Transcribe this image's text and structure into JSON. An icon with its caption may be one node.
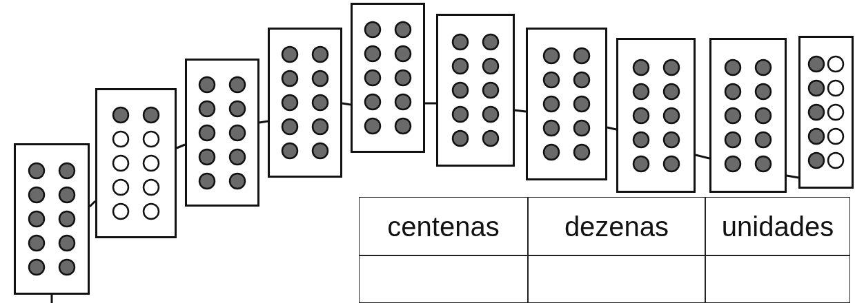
{
  "diagram": {
    "nodes": [
      {
        "text": [],
        "shape": "box"
      },
      {
        "text": [],
        "shape": "box"
      },
      {
        "text": [],
        "shape": "box"
      },
      {
        "text": [],
        "shape": "box"
      },
      {
        "text": [],
        "shape": "box"
      },
      {
        "text": [],
        "shape": "box"
      },
      {
        "text": [],
        "shape": "box"
      },
      {
        "text": [],
        "shape": "box"
      },
      {
        "text": [],
        "shape": "box"
      },
      {
        "text": [],
        "shape": "box"
      }
    ],
    "edges": [
      {
        "from": 0,
        "to": 1,
        "arrow": "none"
      },
      {
        "from": 1,
        "to": 2,
        "arrow": "none"
      },
      {
        "from": 2,
        "to": 3,
        "arrow": "none"
      },
      {
        "from": 3,
        "to": 4,
        "arrow": "none"
      },
      {
        "from": 4,
        "to": 5,
        "arrow": "none"
      },
      {
        "from": 5,
        "to": 6,
        "arrow": "none"
      },
      {
        "from": 6,
        "to": 7,
        "arrow": "none"
      },
      {
        "from": 7,
        "to": 8,
        "arrow": "none"
      },
      {
        "from": 8,
        "to": 9,
        "arrow": "none"
      },
      {
        "from": 0,
        "to": null,
        "arrow": "none"
      }
    ],
    "labels": [
      "centenas",
      "dezenas",
      "unidades"
    ]
  }
}
